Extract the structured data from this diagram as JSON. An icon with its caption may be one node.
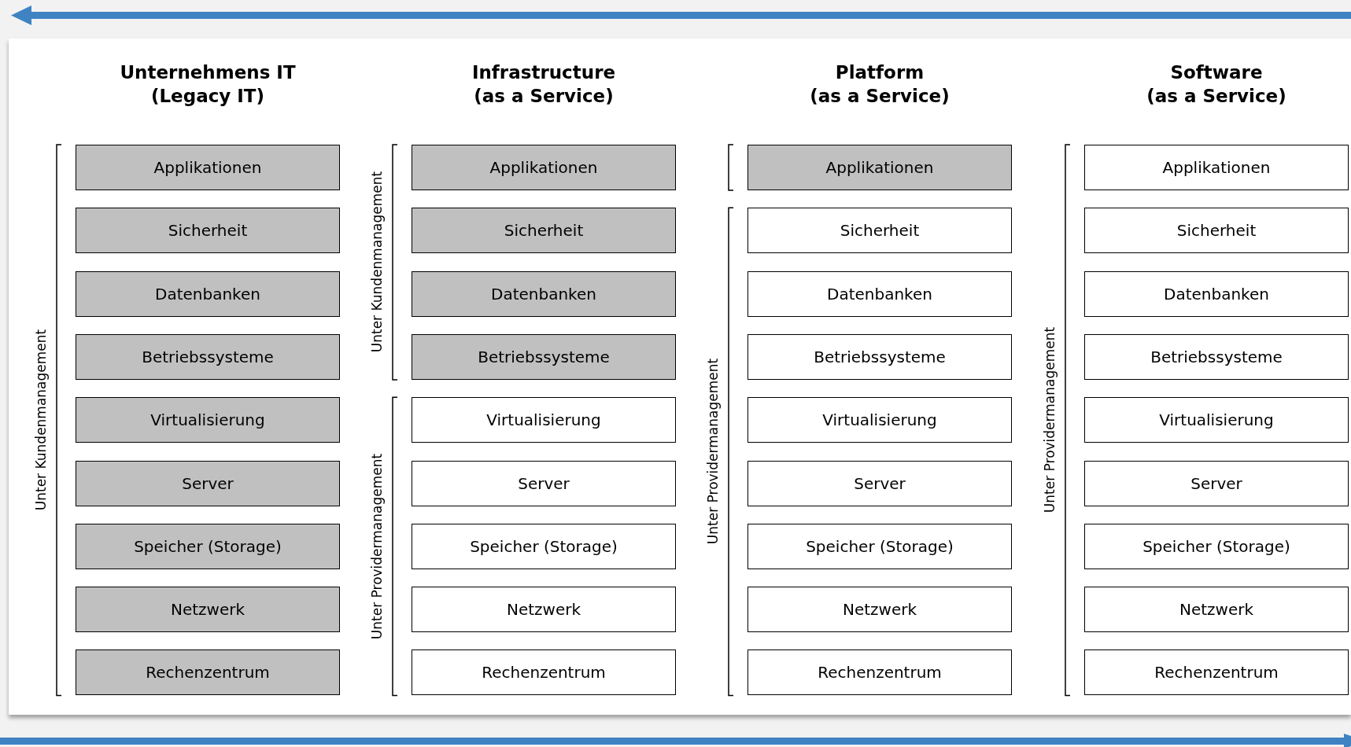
{
  "diagram": {
    "nodes": [
      {
        "text": [
          "Applikationen"
        ]
      },
      {
        "text": [
          "Sicherheit"
        ]
      },
      {
        "text": [
          "Datenbanken"
        ]
      },
      {
        "text": [
          "Betriebssysteme"
        ]
      },
      {
        "text": [
          "Virtualisierung"
        ]
      },
      {
        "text": [
          "Server"
        ]
      },
      {
        "text": [
          "Speicher (Storage)"
        ]
      },
      {
        "text": [
          "Netzwerk"
        ]
      },
      {
        "text": [
          "Rechenzentrum"
        ]
      },
      {
        "text": [
          "Applikationen"
        ]
      },
      {
        "text": [
          "Sicherheit"
        ]
      },
      {
        "text": [
          "Datenbanken"
        ]
      },
      {
        "text": [
          "Betriebssysteme"
        ]
      },
      {
        "text": [
          "Virtualisierung"
        ]
      },
      {
        "text": [
          "Server"
        ]
      },
      {
        "text": [
          "Speicher (Storage)"
        ]
      },
      {
        "text": [
          "Netzwerk"
        ]
      },
      {
        "text": [
          "Rechenzentrum"
        ]
      },
      {
        "text": [
          "Applikationen"
        ]
      },
      {
        "text": [
          "Sicherheit"
        ]
      },
      {
        "text": [
          "Datenbanken"
        ]
      },
      {
        "text": [
          "Betriebssysteme"
        ]
      },
      {
        "text": [
          "Virtualisierung"
        ]
      },
      {
        "text": [
          "Server"
        ]
      },
      {
        "text": [
          "Speicher (Storage)"
        ]
      },
      {
        "text": [
          "Netzwerk"
        ]
      },
      {
        "text": [
          "Rechenzentrum"
        ]
      },
      {
        "text": [
          "Applikationen"
        ]
      },
      {
        "text": [
          "Sicherheit"
        ]
      },
      {
        "text": [
          "Datenbanken"
        ]
      },
      {
        "text": [
          "Betriebssysteme"
        ]
      },
      {
        "text": [
          "Virtualisierung"
        ]
      },
      {
        "text": [
          "Server"
        ]
      },
      {
        "text": [
          "Speicher (Storage)"
        ]
      },
      {
        "text": [
          "Netzwerk"
        ]
      },
      {
        "text": [
          "Rechenzentrum"
        ]
      }
    ],
    "labels": [
      "Unternehmens IT (Legacy IT)",
      "Infrastructure (as a Service)",
      "Platform (as a Service)",
      "Software (as a Service)",
      "Unter Kundenmanagement",
      "Unter Kundenmanagement",
      "Unter Providermanagement",
      "Unter Providermanagement",
      "Unter Providermanagement"
    ]
  }
}
